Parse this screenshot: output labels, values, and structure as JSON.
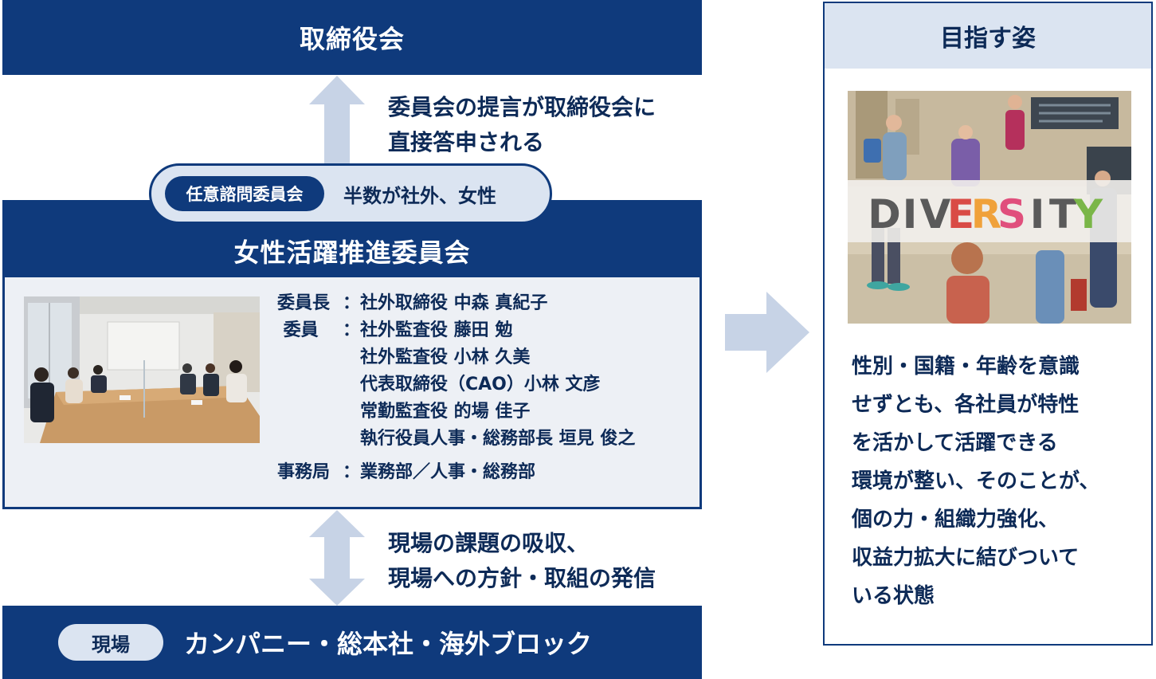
{
  "board": {
    "title": "取締役会"
  },
  "top_note": {
    "lines": [
      "委員会の提言が取締役会に",
      "直接答申される"
    ]
  },
  "advisory": {
    "label": "任意諮問委員会",
    "note": "半数が社外、女性"
  },
  "committee": {
    "title": "女性活躍推進委員会",
    "members": {
      "chair_role": "委員長",
      "chair": "社外取締役 中森 真紀子",
      "member_role": " 委員",
      "members": [
        "社外監査役 藤田 勉",
        "社外監査役 小林 久美",
        "代表取締役（CAO）小林 文彦",
        "常勤監査役 的場 佳子",
        "執行役員人事・総務部長 垣見 俊之"
      ],
      "secretariat_role": "事務局",
      "secretariat": "業務部／人事・総務部",
      "colon": "："
    }
  },
  "bottom_note": {
    "lines": [
      "現場の課題の吸収、",
      "現場への方針・取組の発信"
    ]
  },
  "field": {
    "badge": "現場",
    "text": "カンパニー・総本社・海外ブロック"
  },
  "vision": {
    "title": "目指す姿",
    "diversity_letters": [
      "D",
      "I",
      "V",
      "E",
      "R",
      "S",
      "I",
      "T",
      "Y"
    ],
    "diversity_colors": [
      "#5a5a5a",
      "#5a5a5a",
      "#5a5a5a",
      "#d94b45",
      "#f0a13a",
      "#e04f7c",
      "#5a5a5a",
      "#5a5a5a",
      "#7ab648"
    ],
    "lines": [
      "性別・国籍・年齢を意識",
      "せずとも、各社員が特性",
      "を活かして活躍できる",
      "環境が整い、そのことが、",
      "個の力・組織力強化、",
      "収益力拡大に結びついて",
      "いる状態"
    ]
  },
  "colors": {
    "navy": "#0f3a7c",
    "light_blue": "#dbe4f1",
    "arrow": "#c7d3e6",
    "panel_bg": "#edf0f5"
  }
}
